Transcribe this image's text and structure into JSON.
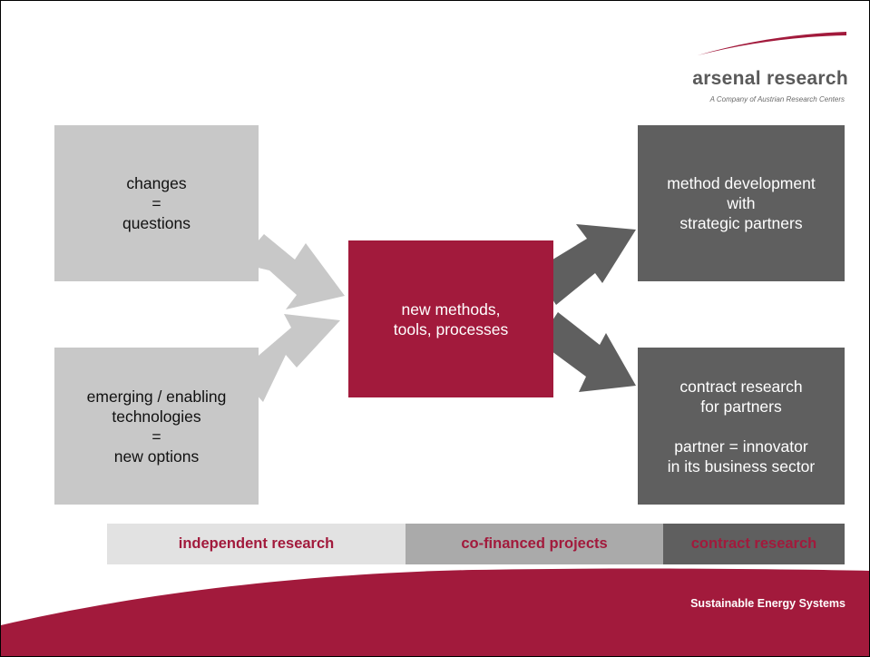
{
  "logo": {
    "name": "arsenal research",
    "tagline": "A Company of Austrian Research Centers"
  },
  "boxes": {
    "changes": "changes\n=\nquestions",
    "emerging": "emerging / enabling\ntechnologies\n=\nnew options",
    "center": "new methods,\ntools, processes",
    "method": "method development\nwith\nstrategic partners",
    "contract": "contract research\nfor partners\n\npartner = innovator\nin its business sector"
  },
  "bands": [
    {
      "label": "independent research"
    },
    {
      "label": "co-financed projects"
    },
    {
      "label": "contract research"
    }
  ],
  "footer": {
    "text": "Sustainable Energy Systems"
  },
  "colors": {
    "brand_red": "#a21a3c",
    "light_gray": "#c8c8c8",
    "dark_gray": "#5f5f5f"
  }
}
